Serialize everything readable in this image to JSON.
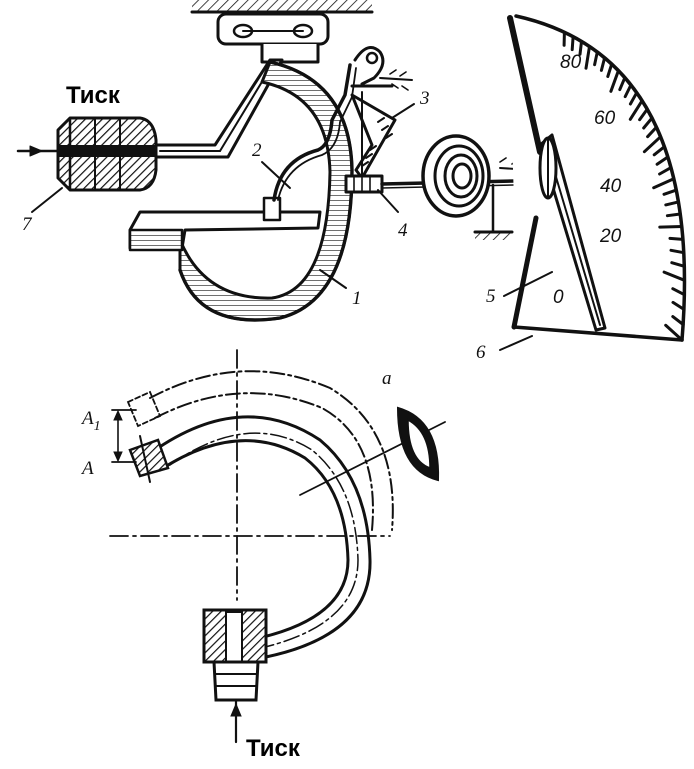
{
  "labels": {
    "pressure_top": "Тиск",
    "pressure_bottom": "Тиск",
    "part_1": "1",
    "part_2": "2",
    "part_3": "3",
    "part_4": "4",
    "part_5": "5",
    "part_6": "6",
    "part_7": "7",
    "pos_a1": "A",
    "pos_a1_sub": "1",
    "pos_a": "A",
    "section_a": "a"
  },
  "dial": {
    "scale_labels": [
      "0",
      "20",
      "40",
      "60",
      "80"
    ]
  }
}
